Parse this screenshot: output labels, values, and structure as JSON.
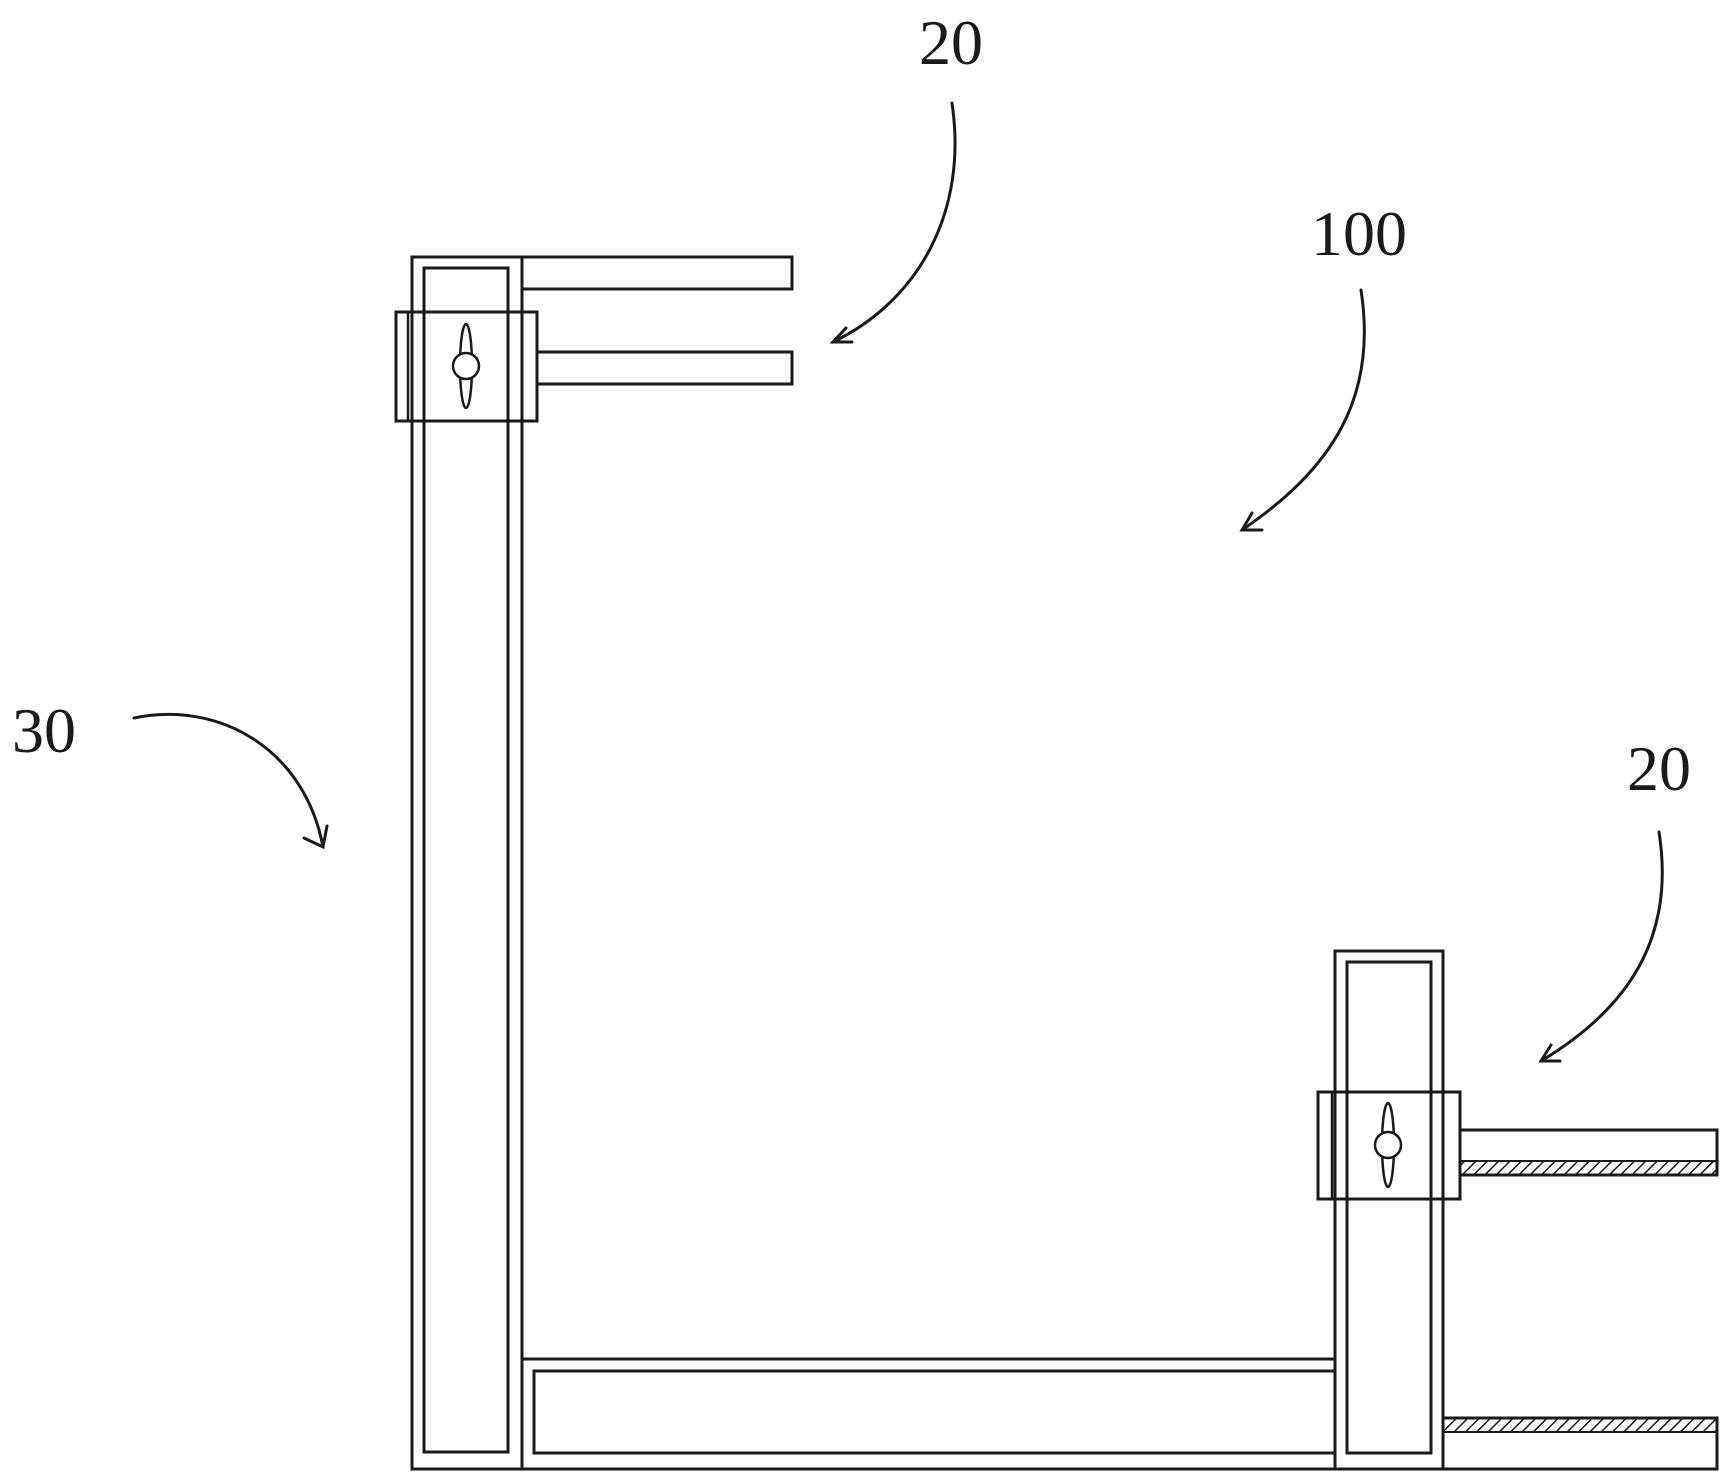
{
  "figure": {
    "labels": {
      "part_20_top": "20",
      "part_100": "100",
      "part_30": "30",
      "part_20_bottom": "20"
    }
  }
}
